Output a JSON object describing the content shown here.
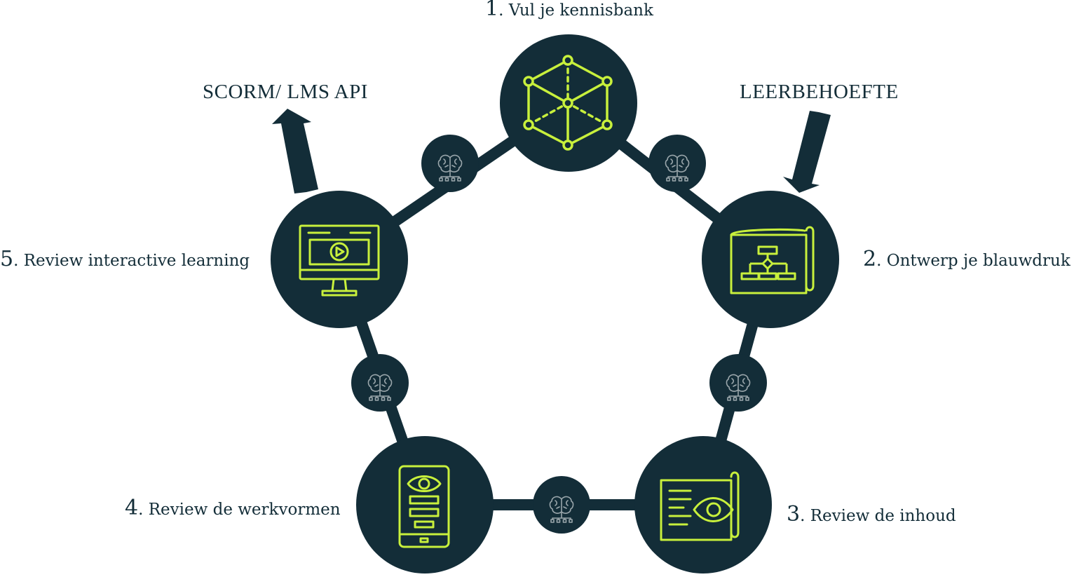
{
  "steps": [
    {
      "number": "1",
      "text": ". Vul je kennisbank",
      "icon": "cube-network-icon"
    },
    {
      "number": "2",
      "text": ". Ontwerp je blauwdruk",
      "icon": "blueprint-flowchart-icon"
    },
    {
      "number": "3",
      "text": ". Review de inhoud",
      "icon": "document-eye-icon"
    },
    {
      "number": "4",
      "text": ". Review de werkvormen",
      "icon": "mobile-eye-icon"
    },
    {
      "number": "5",
      "text": ". Review interactive learning",
      "icon": "monitor-play-icon"
    }
  ],
  "input_label": "LEERBEHOEFTE",
  "output_label": "SCORM/ LMS API",
  "connector_icon": "brain-network-icon",
  "colors": {
    "node": "#132d38",
    "accent": "#c8f03c",
    "connector_icon": "#9aa6ab"
  }
}
